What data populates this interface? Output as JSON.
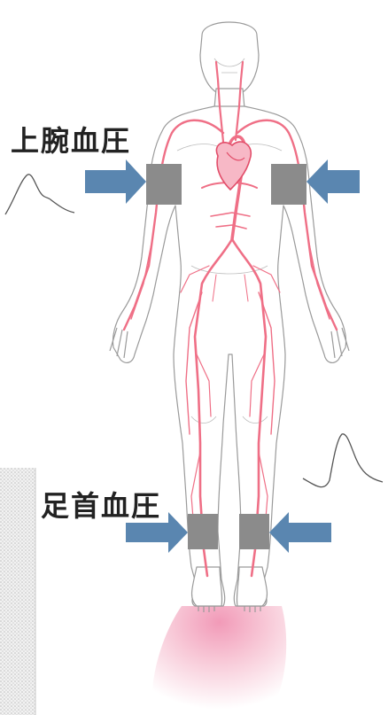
{
  "labels": {
    "upper_arm_bp": "上腕血圧",
    "ankle_bp": "足首血圧"
  },
  "colors": {
    "artery": "#ef6f86",
    "artery_dark": "#e24e6a",
    "outline": "#9a9a9a",
    "cuff": "#8b8b8b",
    "arrow": "#5a86b0",
    "pulse_line": "#555555",
    "glow": "#f4a9bf"
  },
  "icons": {
    "arrow": "arrow-right-icon",
    "cuff": "blood-pressure-cuff",
    "waveform": "pulse-waveform"
  }
}
